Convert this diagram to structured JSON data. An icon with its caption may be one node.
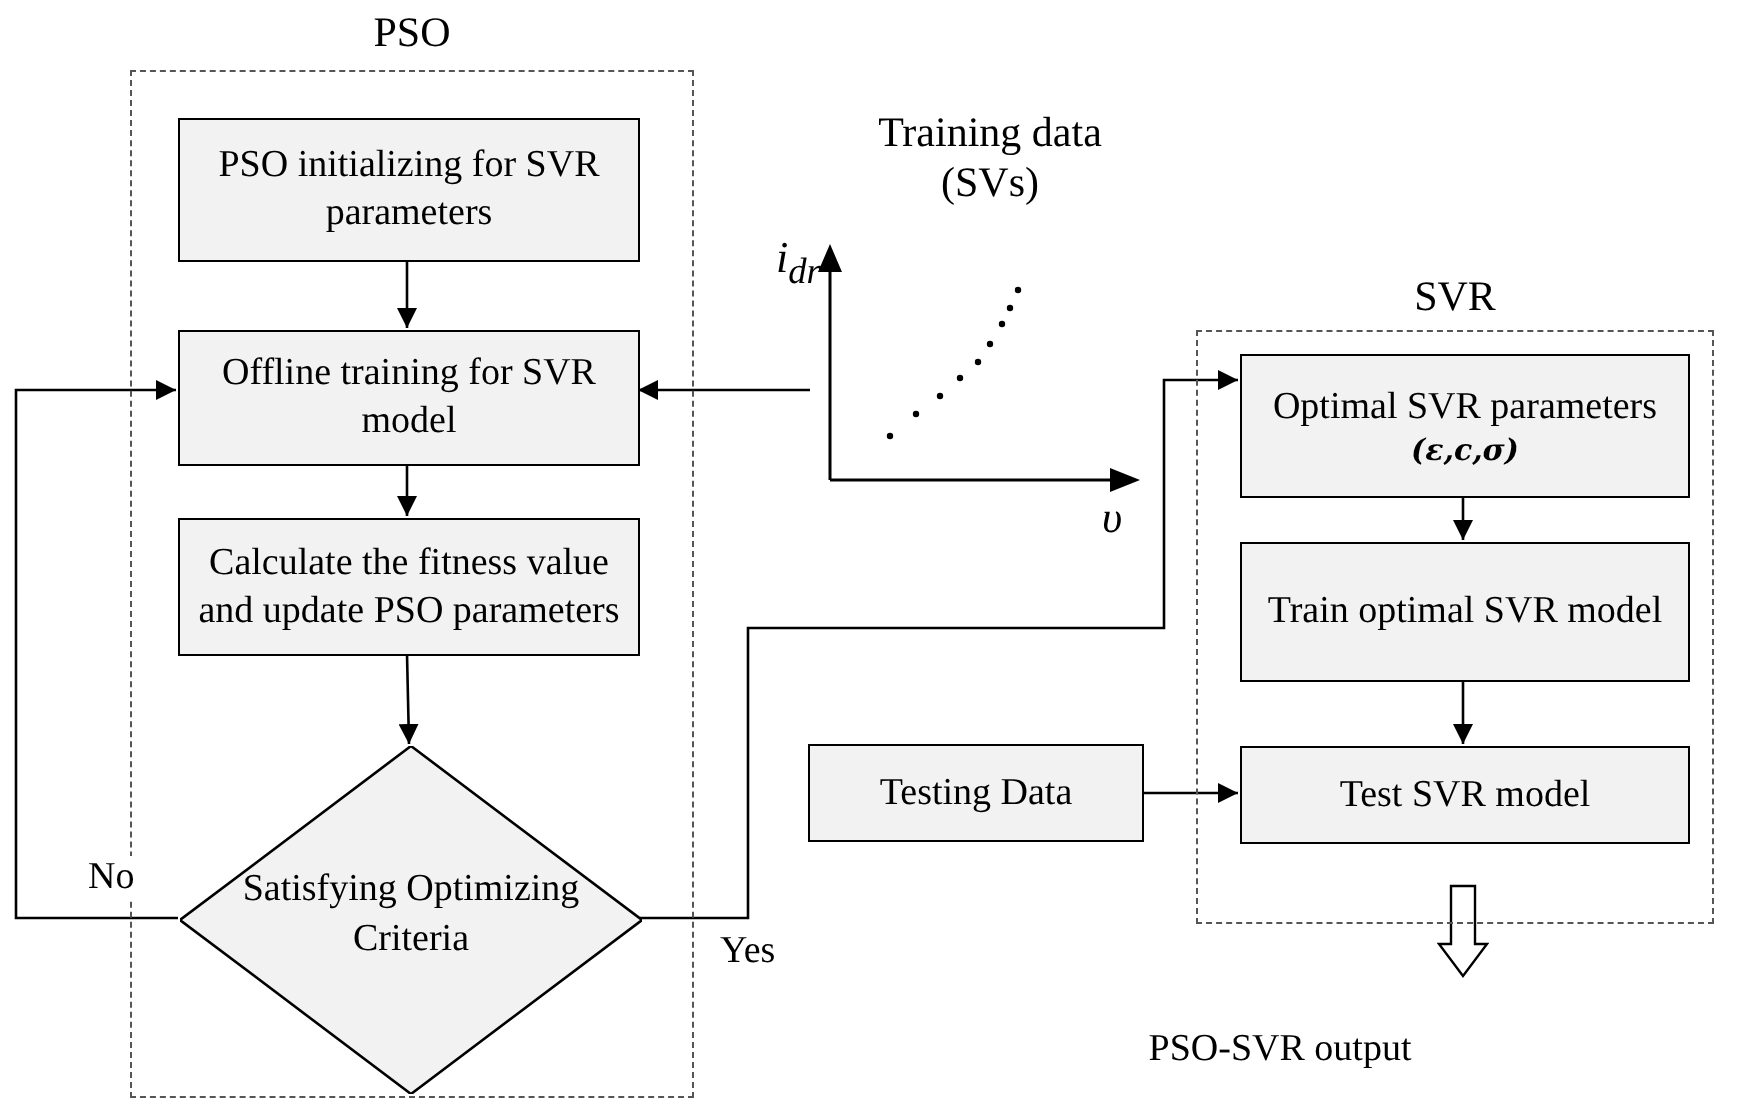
{
  "diagram": {
    "nodes": [
      {
        "text": [
          "PSO"
        ]
      },
      {
        "text": [
          "PSO initializing for SVR parameters"
        ],
        "in": 0
      },
      {
        "text": [
          "Offline training for SVR model"
        ],
        "in": 0
      },
      {
        "text": [
          "Calculate the fitness value and update PSO parameters"
        ],
        "in": 0
      },
      {
        "text": [
          "Satisfying Optimizing Criteria"
        ],
        "in": 0
      },
      {
        "text": [
          "Training data (SVs)"
        ]
      },
      {
        "text": [
          "SVR"
        ]
      },
      {
        "text": [
          "Optimal SVR parameters",
          "(ε,c,σ)"
        ],
        "in": 6
      },
      {
        "text": [
          "Train optimal SVR model"
        ],
        "in": 6
      },
      {
        "text": [
          "Test SVR model"
        ],
        "in": 6
      },
      {
        "text": [
          "Testing Data"
        ]
      },
      {
        "text": [
          "PSO-SVR output"
        ]
      }
    ],
    "edges": [
      {
        "from": 1,
        "to": 2,
        "arrow": "to"
      },
      {
        "from": 2,
        "to": 3,
        "arrow": "to"
      },
      {
        "from": 3,
        "to": 4,
        "arrow": "to"
      },
      {
        "from": 4,
        "to": 2,
        "arrow": "to",
        "label": "No"
      },
      {
        "from": 4,
        "to": 7,
        "arrow": "to",
        "label": "Yes"
      },
      {
        "from": 5,
        "to": 2,
        "arrow": "to"
      },
      {
        "from": 7,
        "to": 8,
        "arrow": "to"
      },
      {
        "from": 8,
        "to": 9,
        "arrow": "to"
      },
      {
        "from": 10,
        "to": 9,
        "arrow": "to"
      },
      {
        "from": 9,
        "to": 11,
        "arrow": "to",
        "style": "thick"
      }
    ],
    "labels": [
      "i$_{dr}$",
      "υ"
    ]
  }
}
